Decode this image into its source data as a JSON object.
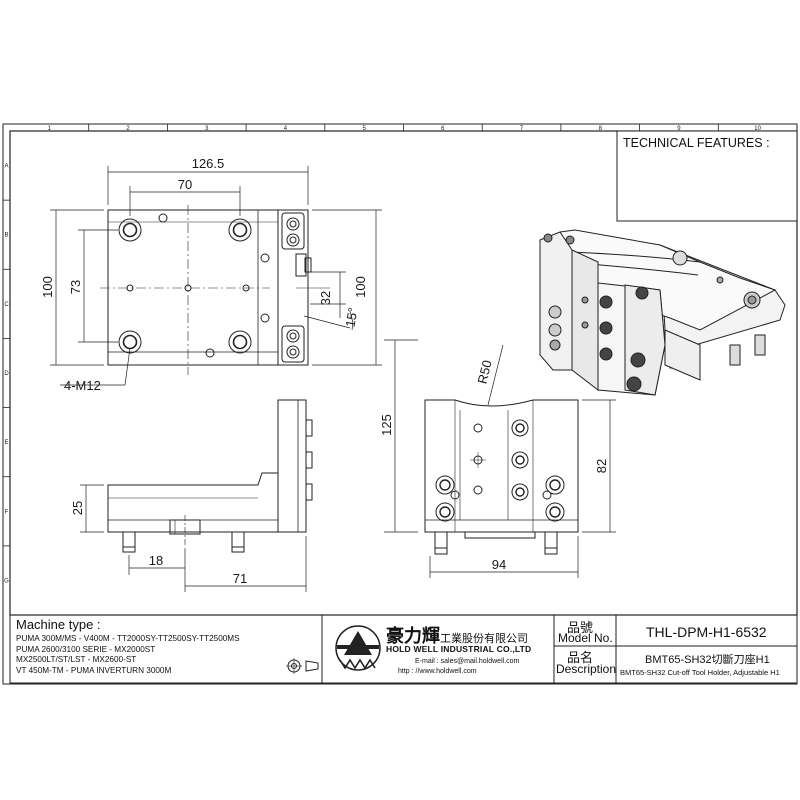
{
  "frame": {
    "column_markers": [
      "1",
      "2",
      "3",
      "4",
      "5",
      "6",
      "7",
      "8",
      "9",
      "10"
    ],
    "row_markers": [
      "A",
      "B",
      "C",
      "D",
      "E",
      "F",
      "G"
    ]
  },
  "technical_features": {
    "label": "TECHNICAL FEATURES :"
  },
  "dimensions": {
    "top_width_overall": "126.5",
    "top_width_holes": "70",
    "top_height_left": "100",
    "top_height_holes": "73",
    "top_height_right": "100",
    "slot_width": "32",
    "angle": "15°",
    "thread_callout": "4-M12",
    "radius": "R50",
    "front_height_overall": "125",
    "front_height_block": "82",
    "front_width": "94",
    "side_step_height": "25",
    "side_offset_small": "18",
    "side_offset_large": "71"
  },
  "machine_type": {
    "title": "Machine type :",
    "lines": [
      "PUMA 300M/MS - V400M - TT2000SY-TT2500SY-TT2500MS",
      "PUMA 2600/3100 SERIE - MX2000ST",
      "MX2500LT/ST/LST - MX2600-ST",
      "VT 450M-TM - PUMA INVERTURN 3000M"
    ]
  },
  "company": {
    "name_cn": "豪力輝",
    "suffix_cn": "工業股份有限公司",
    "name_en": "HOLD WELL INDUSTRIAL CO.,LTD",
    "email": "E-mail : sales@mail.holdwell.com",
    "web": "http : //www.holdwell.com"
  },
  "title_block": {
    "model_label_cn": "品號",
    "model_label_en": "Model No.",
    "model_value": "THL-DPM-H1-6532",
    "desc_label_cn": "品名",
    "desc_label_en": "Description",
    "desc_value_cn": "BMT65-SH32切斷刀座H1",
    "desc_value_en": "BMT65-SH32 Cut-off Tool Holder, Adjustable H1"
  }
}
